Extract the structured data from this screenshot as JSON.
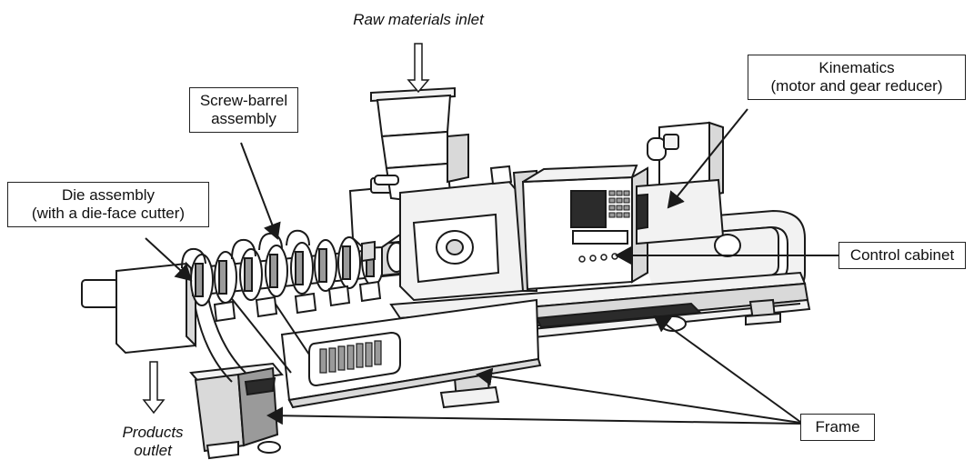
{
  "labels": {
    "raw_inlet": "Raw materials inlet",
    "screw_barrel_1": "Screw-barrel",
    "screw_barrel_2": "assembly",
    "kinematics_1": "Kinematics",
    "kinematics_2": "(motor and gear reducer)",
    "die_1": "Die assembly",
    "die_2": "(with a die-face cutter)",
    "control": "Control cabinet",
    "frame": "Frame",
    "products_1": "Products",
    "products_2": "outlet"
  },
  "colors": {
    "line": "#1a1a1a",
    "fill_light": "#f2f2f2",
    "fill_mid": "#d9d9d9",
    "fill_dark": "#9a9a9a",
    "screen": "#2b2b2b"
  },
  "icons": {
    "inlet_arrow": "hollow-down-arrow-icon",
    "outlet_arrow": "hollow-down-arrow-icon"
  }
}
